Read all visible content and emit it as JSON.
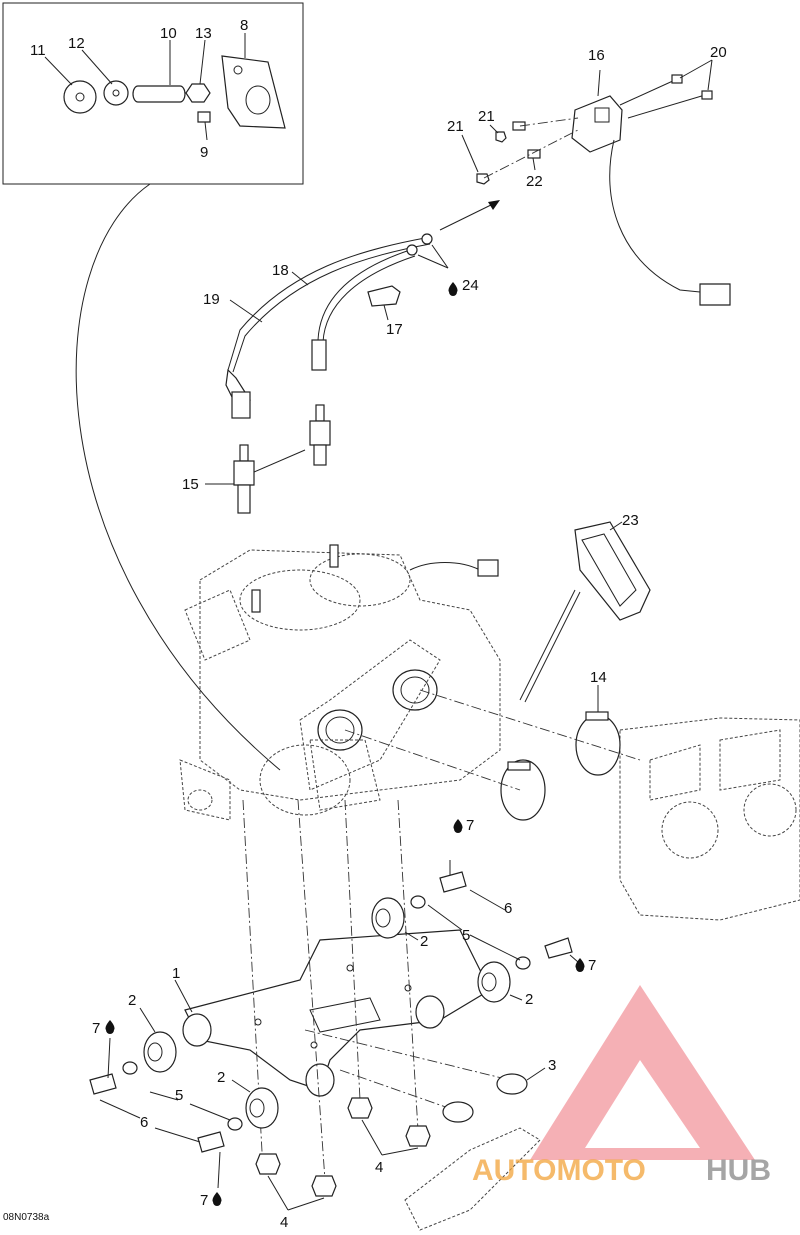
{
  "diagram_code": "08N0738a",
  "callouts": {
    "c1": "1",
    "c2a": "2",
    "c2b": "2",
    "c2c": "2",
    "c2d": "2",
    "c3": "3",
    "c4a": "4",
    "c4b": "4",
    "c5a": "5",
    "c5b": "5",
    "c6a": "6",
    "c6b": "6",
    "c7a": "7",
    "c7b": "7",
    "c7c": "7",
    "c7d": "7",
    "c8": "8",
    "c9": "9",
    "c10": "10",
    "c11": "11",
    "c12": "12",
    "c13": "13",
    "c14": "14",
    "c15": "15",
    "c16": "16",
    "c17": "17",
    "c18": "18",
    "c19": "19",
    "c20": "20",
    "c21a": "21",
    "c21b": "21",
    "c22": "22",
    "c23": "23",
    "c24": "24"
  },
  "watermark": {
    "part1": "AUTOMOTO",
    "part2": "HUB"
  },
  "colors": {
    "line": "#222222",
    "watermark_red": "#e8505b",
    "watermark_orange": "#f2a43a",
    "watermark_grey": "#888888"
  },
  "icons": {
    "lubricant": "oil-drop-icon",
    "arrow": "direction-arrow-icon"
  }
}
